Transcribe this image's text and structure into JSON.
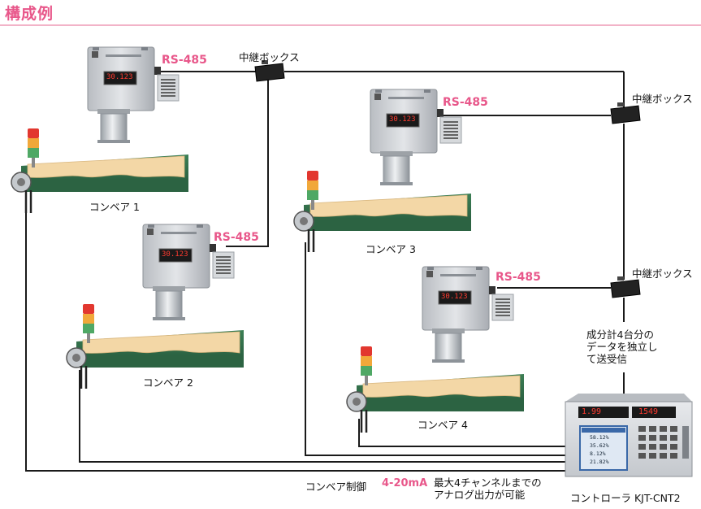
{
  "title": "構成例",
  "sensors": [
    {
      "label": "RS-485",
      "display": "30.123"
    },
    {
      "label": "RS-485",
      "display": "30.123"
    },
    {
      "label": "RS-485",
      "display": "30.123"
    },
    {
      "label": "RS-485",
      "display": "30.123"
    }
  ],
  "conveyors": [
    "コンベア 1",
    "コンベア 2",
    "コンベア 3",
    "コンベア 4"
  ],
  "relay_box_label": "中継ボックス",
  "note_lines": "成分計4台分の\nデータを独立し\nて送受信",
  "bottom": {
    "conveyor_control": "コンベア制御",
    "signal": "4-20mA",
    "analog_note": "最大4チャンネルまでの\nアナログ出力が可能"
  },
  "controller": {
    "label": "コントローラ KJT-CNT2",
    "display_left": "1.99",
    "display_right": "1549",
    "screen_values": [
      "58.12%",
      "35.62%",
      "8.12%",
      "21.82%"
    ]
  },
  "colors": {
    "accent": "#e8578a",
    "belt": "#2f6b45",
    "material": "#f3d7a6",
    "housing": "#c9ccd0"
  }
}
